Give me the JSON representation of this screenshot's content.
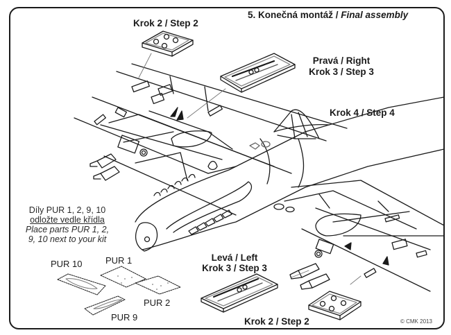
{
  "title": {
    "number_czech": "5. Konečná montáž",
    "separator": " / ",
    "english": "Final assembly"
  },
  "labels": {
    "step2_top": "Krok 2 / Step 2",
    "right_side": "Pravá / Right",
    "step3_right": "Krok 3 / Step 3",
    "step4": "Krok 4 / Step 4",
    "left_side": "Levá / Left",
    "step3_left": "Krok 3 / Step 3",
    "step2_bottom": "Krok 2 / Step 2"
  },
  "note": {
    "line1_cz": "Díly PUR 1, 2, 9, 10",
    "line2_cz": "odložte vedle křídla",
    "line3_en": "Place parts PUR 1, 2,",
    "line4_en": "9, 10 next to your kit"
  },
  "parts": {
    "pur10": "PUR 10",
    "pur1": "PUR 1",
    "pur2": "PUR 2",
    "pur9": "PUR 9"
  },
  "copyright": "© CMK 2013",
  "colors": {
    "line": "#1a1a1a",
    "background": "#ffffff"
  }
}
